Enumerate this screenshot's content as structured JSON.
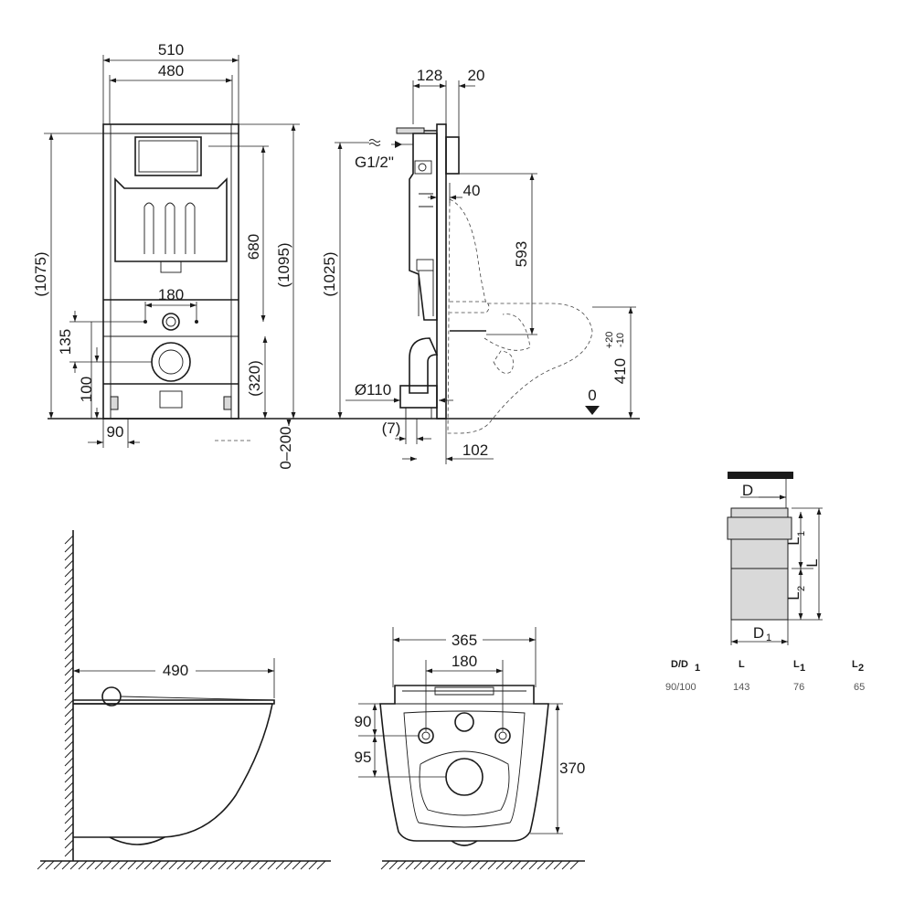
{
  "front_view": {
    "width_outer": "510",
    "width_inner": "480",
    "height_left": "(1075)",
    "height_right": "(1095)",
    "height_tank": "680",
    "drain_spacing": "180",
    "drain_height": "135",
    "drain_offset": "100",
    "drain_low": "(320)",
    "foot_width": "90",
    "adjust_range": "0–200"
  },
  "side_view": {
    "depth_top": "128",
    "depth_frame": "20",
    "height_total": "(1025)",
    "water_inlet": "G1/2\"",
    "flange_offset": "40",
    "height_593": "593",
    "seat_height": "410",
    "seat_tol_plus": "+20",
    "seat_tol_minus": "-10",
    "pipe_diameter": "Ø110",
    "pipe_gap": "(7)",
    "pipe_offset": "102",
    "floor_level": "0"
  },
  "bowl_side": {
    "length": "490"
  },
  "bowl_rear": {
    "width": "365",
    "bolt_spacing": "180",
    "bolt_top": "90",
    "bolt_mid": "95",
    "depth": "370"
  },
  "connector": {
    "label_d": "D",
    "label_d1": "D",
    "label_d1_sub": "1",
    "label_l": "L",
    "label_l1": "L",
    "label_l1_sub": "1",
    "label_l2": "L",
    "label_l2_sub": "2",
    "table": {
      "headers": [
        {
          "main": "D/D",
          "sub": "1"
        },
        {
          "main": "L",
          "sub": ""
        },
        {
          "main": "L",
          "sub": "1"
        },
        {
          "main": "L",
          "sub": "2"
        }
      ],
      "values": [
        "90/100",
        "143",
        "76",
        "65"
      ]
    }
  }
}
